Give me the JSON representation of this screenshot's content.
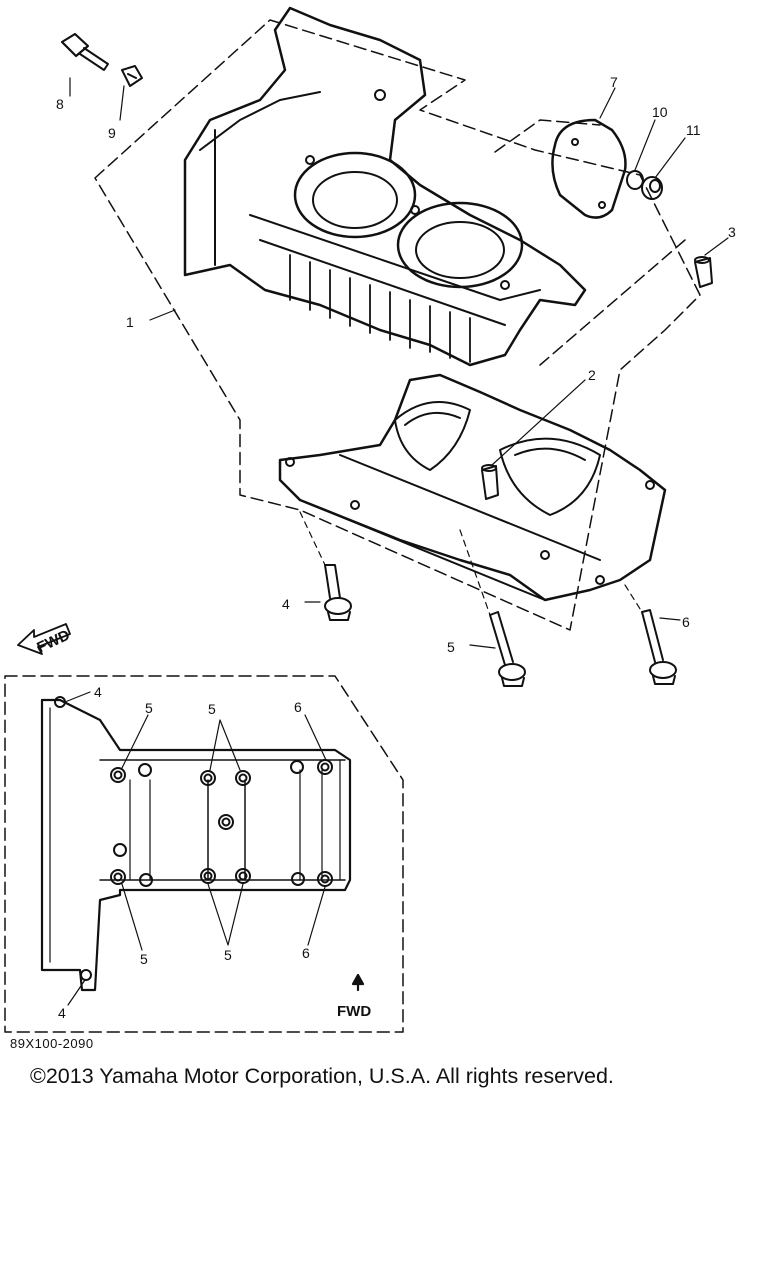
{
  "callouts": {
    "c1": "1",
    "c2": "2",
    "c3": "3",
    "c4": "4",
    "c5": "5",
    "c6": "6",
    "c7": "7",
    "c8": "8",
    "c9": "9",
    "c10": "10",
    "c11": "11"
  },
  "fwd_arrow_label": "FWD",
  "fwd_label": "FWD",
  "drawing_code": "89X100-2090",
  "copyright": "©2013 Yamaha Motor Corporation, U.S.A. All rights reserved."
}
